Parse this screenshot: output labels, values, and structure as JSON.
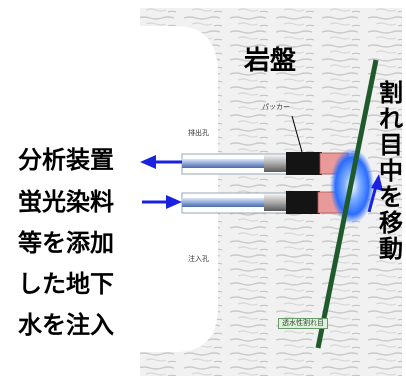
{
  "title": "岩盤",
  "labels": {
    "analyzer": "分析装置",
    "injection": [
      "蛍光染料",
      "等を添加",
      "した地下",
      "水を注入"
    ],
    "fracture_flow": [
      "割",
      "れ",
      "目",
      "中",
      "を",
      "移",
      "動"
    ],
    "packer": "パッカー",
    "drain_hole": "排出孔",
    "inject_hole": "注入孔",
    "fracture_name": "透水性割れ目"
  },
  "colors": {
    "arrow_blue": "#1a22e0",
    "fracture_green": "#1f5a2c",
    "glow_blue": "#2a6cff",
    "packer_black": "#141414",
    "packer_pink": "#e89a9a",
    "pipe_blue": "#9fb7e8"
  }
}
